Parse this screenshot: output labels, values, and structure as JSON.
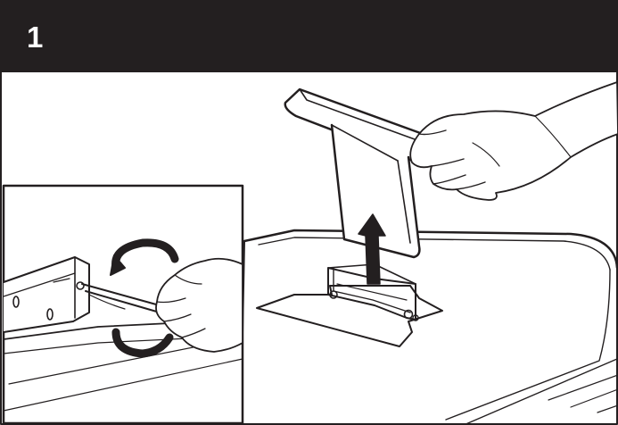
{
  "header": {
    "step_number": "1",
    "background_color": "#231f20",
    "text_color": "#ffffff"
  },
  "illustration": {
    "main_scene": "tv-stand-removal",
    "inset_scene": "screwdriver-unscrew",
    "icons": [
      "lift-arrow-icon",
      "counterclockwise-rotation-icon"
    ]
  }
}
